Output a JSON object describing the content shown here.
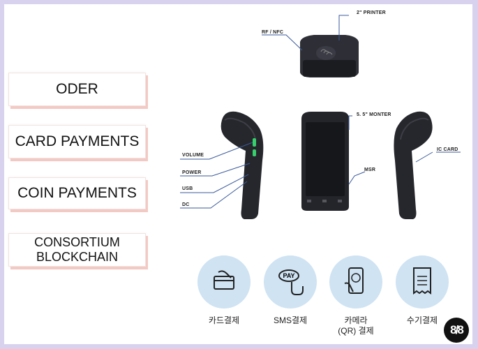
{
  "menu": [
    {
      "label_1": "ODER",
      "label_2": ""
    },
    {
      "label_1": "CARD PAYMENTS",
      "label_2": ""
    },
    {
      "label_1": "COIN PAYMENTS",
      "label_2": ""
    },
    {
      "label_1": "CONSORTIUM",
      "label_2": "BLOCKCHAIN"
    }
  ],
  "device_labels": {
    "printer": "2\" PRINTER",
    "rf_nfc": "RF / NFC",
    "monitor": "5. 5\" MONTER",
    "msr": "MSR",
    "ic_card": "IC CARD",
    "volume": "VOLUME",
    "power": "POWER",
    "usb": "USB",
    "dc": "DC"
  },
  "payment_methods": [
    {
      "icon": "card-hand-icon",
      "label_1": "카드결제",
      "label_2": ""
    },
    {
      "icon": "pay-button-icon",
      "label_1": "SMS결제",
      "label_2": ""
    },
    {
      "icon": "qr-phone-icon",
      "label_1": "카메라",
      "label_2": "(QR) 결제"
    },
    {
      "icon": "receipt-icon",
      "label_1": "수기결제",
      "label_2": ""
    }
  ],
  "pay_icon_text": "PAY",
  "logo_text": "8/8",
  "colors": {
    "accent": "#3a5a9a",
    "circle": "#cfe3f3",
    "card_shadow": "#f3c9c3",
    "border": "#d9d2ef"
  }
}
